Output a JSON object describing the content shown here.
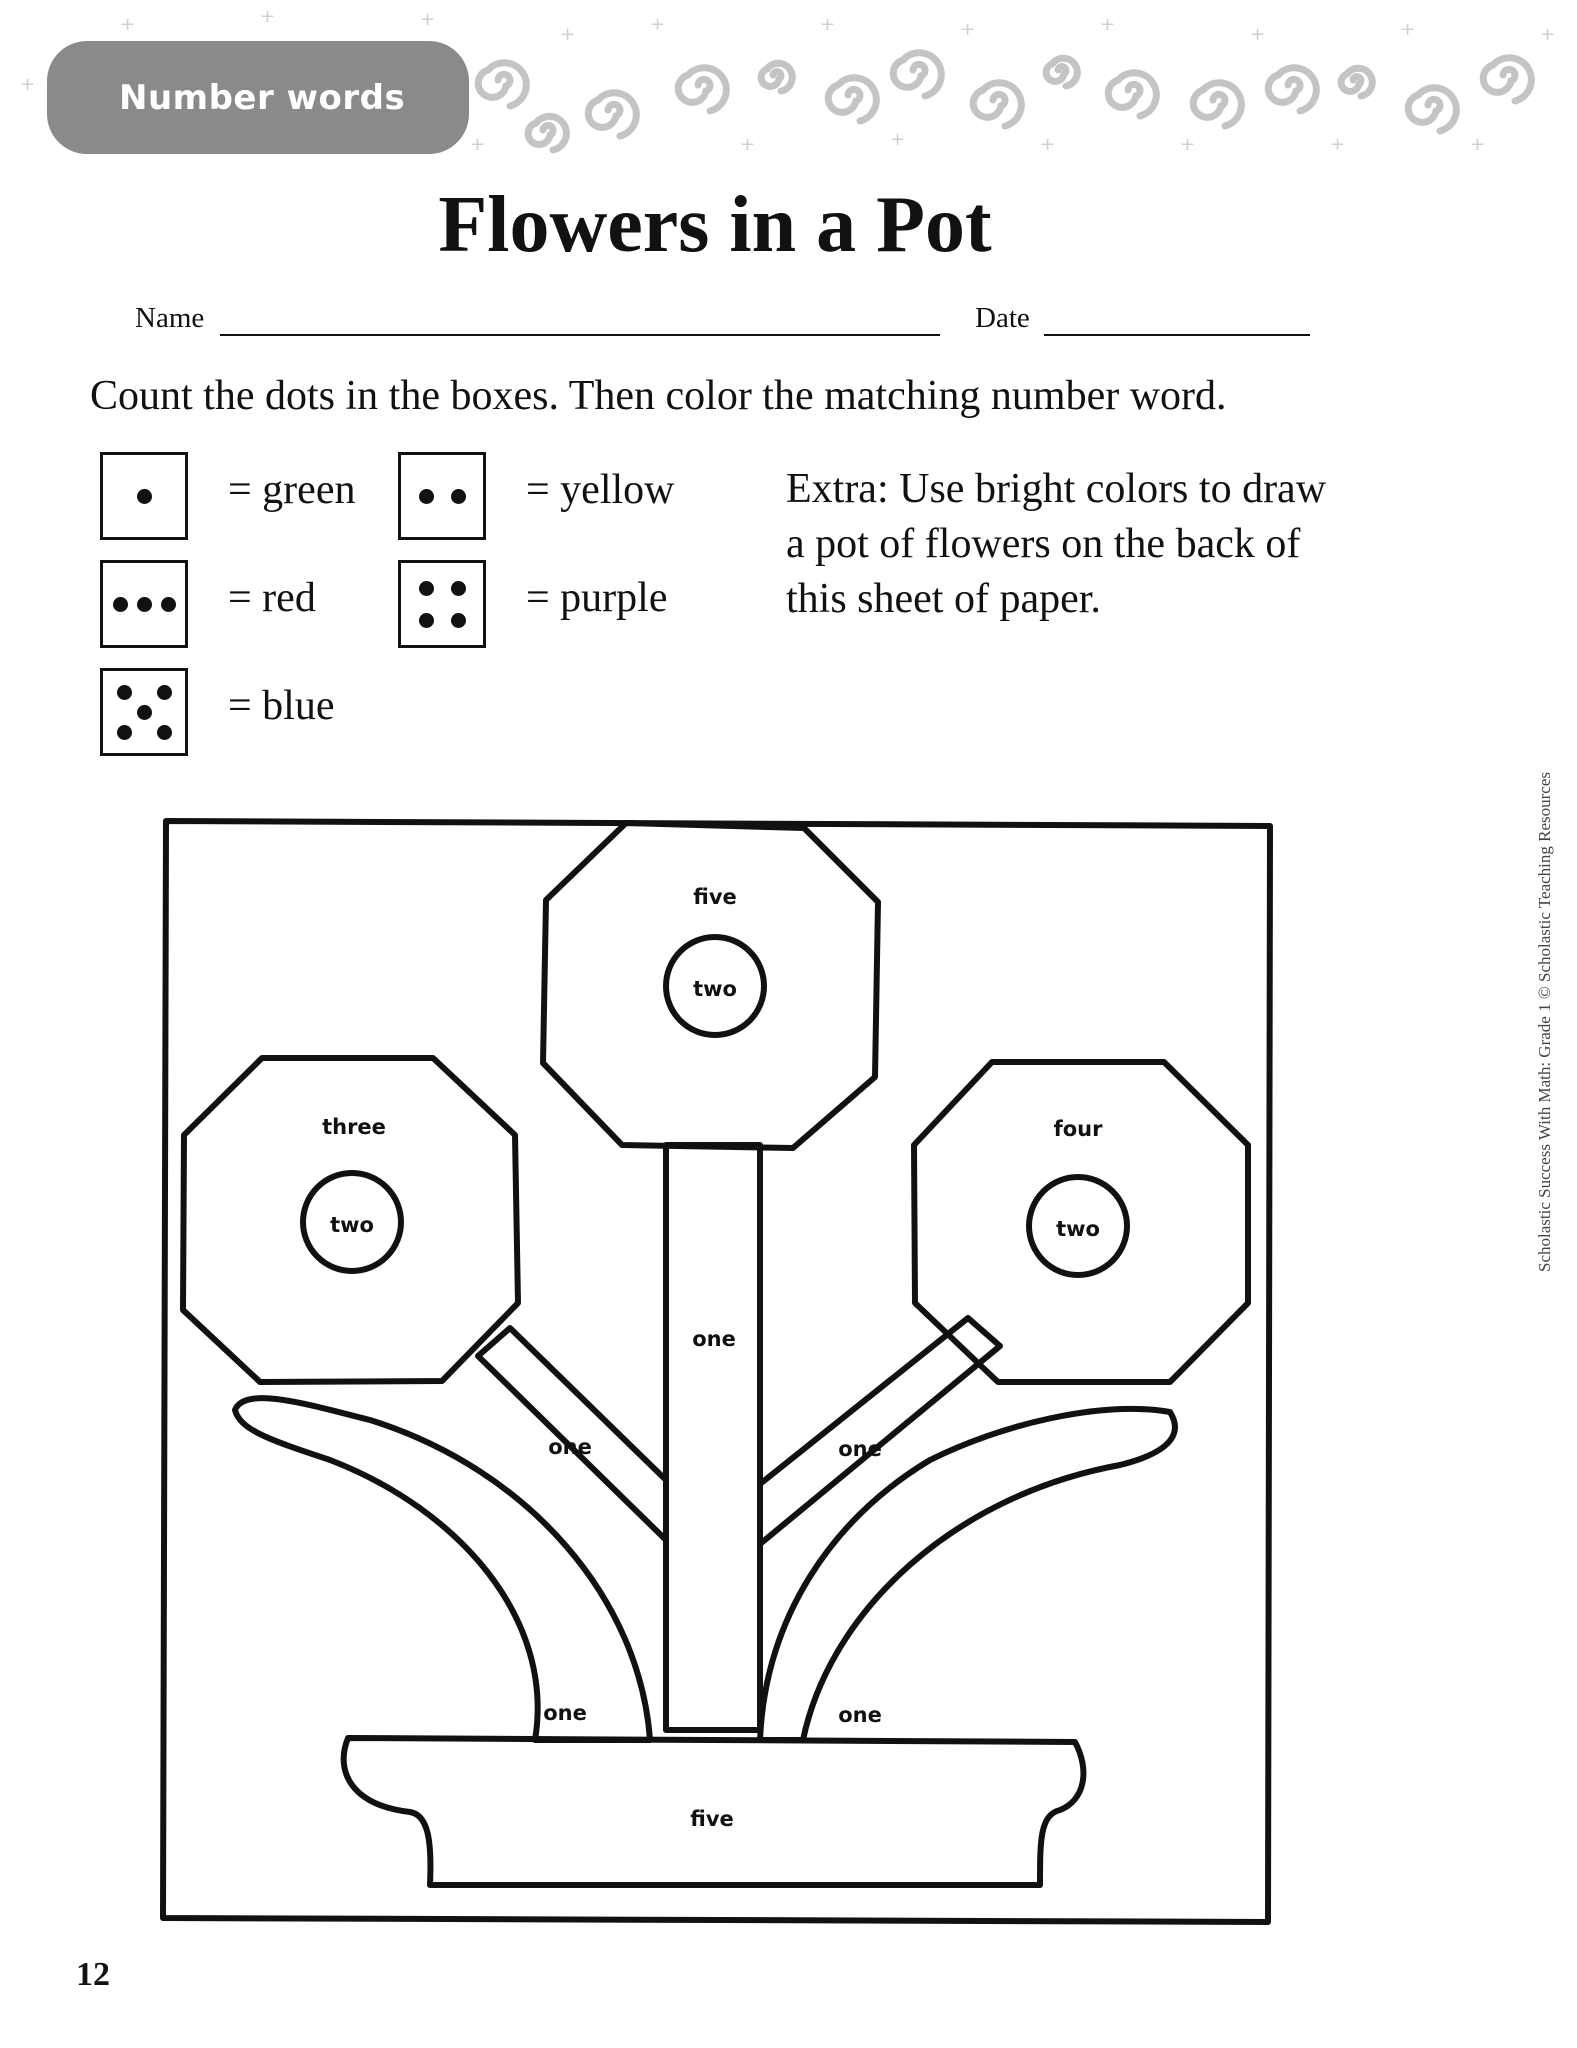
{
  "header": {
    "section": "Number words",
    "title": "Flowers in a Pot"
  },
  "fields": {
    "name_label": "Name",
    "date_label": "Date"
  },
  "instructions": "Count the dots in the boxes. Then color the matching number word.",
  "color_key": [
    {
      "dots": 1,
      "label": "= green"
    },
    {
      "dots": 2,
      "label": "= yellow"
    },
    {
      "dots": 3,
      "label": "= red"
    },
    {
      "dots": 4,
      "label": "= purple"
    },
    {
      "dots": 5,
      "label": "= blue"
    }
  ],
  "extra": "Extra: Use bright colors to draw a pot of flowers on the back of this sheet of paper.",
  "picture_words": {
    "top_flower_petals": "five",
    "top_flower_center": "two",
    "left_flower_petals": "three",
    "left_flower_center": "two",
    "right_flower_petals": "four",
    "right_flower_center": "two",
    "center_stem": "one",
    "left_stem": "one",
    "right_stem": "one",
    "left_leaf": "one",
    "right_leaf": "one",
    "pot": "five"
  },
  "credit": "Scholastic Success With Math: Grade 1 © Scholastic Teaching Resources",
  "page_number": "12",
  "colors": {
    "tab_gray": "#8a8a8a",
    "decor_gray": "#c9c9c9",
    "ink": "#111111"
  }
}
